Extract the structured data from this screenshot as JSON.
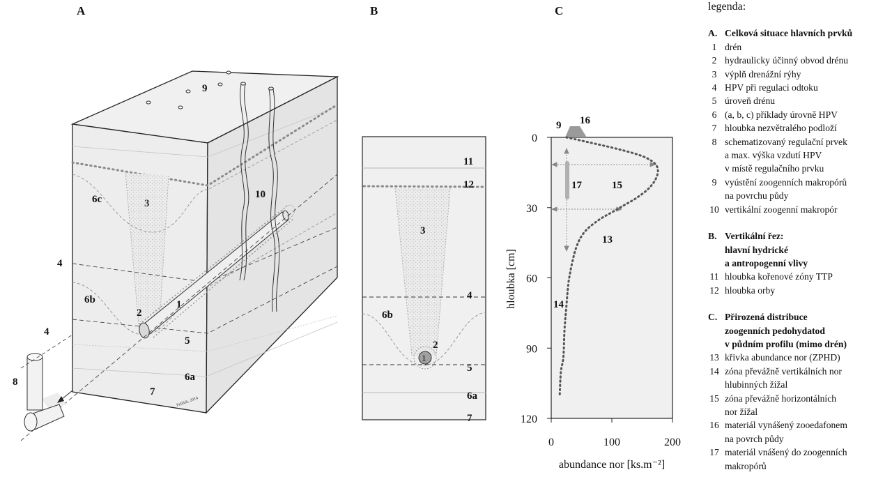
{
  "panels": {
    "a": {
      "letter": "A",
      "labels": {
        "l1": "1",
        "l2": "2",
        "l3": "3",
        "l4": "4",
        "l4b": "4",
        "l5": "5",
        "l6a": "6a",
        "l6b": "6b",
        "l6c": "6c",
        "l7": "7",
        "l8": "8",
        "l9": "9",
        "l10": "10"
      },
      "credit": "Pelíšek, 2014"
    },
    "b": {
      "letter": "B",
      "labels": {
        "l1": "1",
        "l2": "2",
        "l3": "3",
        "l4": "4",
        "l5": "5",
        "l6a": "6a",
        "l6b": "6b",
        "l7": "7",
        "l11": "11",
        "l12": "12"
      }
    },
    "c": {
      "letter": "C",
      "labels": {
        "l9": "9",
        "l13": "13",
        "l14": "14",
        "l15": "15",
        "l16": "16",
        "l17": "17"
      }
    }
  },
  "chart_data": {
    "type": "line",
    "xlabel": "abundance nor [ks.m⁻²]",
    "ylabel": "hloubka [cm]",
    "xlim": [
      0,
      200
    ],
    "ylim": [
      0,
      120
    ],
    "y_inverted": true,
    "xticks": [
      "0",
      "100",
      "200"
    ],
    "yticks": [
      "0",
      "30",
      "60",
      "90",
      "120"
    ],
    "series": [
      {
        "x": [
          25,
          60,
          110,
          150,
          170,
          176,
          172,
          160,
          140,
          120,
          100,
          80,
          60,
          48,
          40,
          35,
          31,
          28,
          25,
          22,
          20,
          16,
          14
        ],
        "y": [
          0,
          2,
          5,
          8,
          11,
          14,
          18,
          22,
          26,
          29,
          32,
          35,
          39,
          43,
          48,
          53,
          58,
          63,
          72,
          82,
          94,
          100,
          110
        ]
      }
    ]
  },
  "legend": {
    "title": "legenda:",
    "sections": [
      {
        "key": "A.",
        "head": [
          "Celková situace hlavních prvků"
        ],
        "items": [
          {
            "n": "1",
            "lines": [
              "drén"
            ]
          },
          {
            "n": "2",
            "lines": [
              "hydraulicky účinný obvod drénu"
            ]
          },
          {
            "n": "3",
            "lines": [
              "výplň drenážní rýhy"
            ]
          },
          {
            "n": "4",
            "lines": [
              "HPV při regulaci odtoku"
            ]
          },
          {
            "n": "5",
            "lines": [
              "úroveň drénu"
            ]
          },
          {
            "n": "6",
            "lines": [
              "(a, b, c) příklady úrovně HPV"
            ]
          },
          {
            "n": "7",
            "lines": [
              "hloubka nezvětralého podloží"
            ]
          },
          {
            "n": "8",
            "lines": [
              "schematizovaný regulační prvek",
              "a max. výška vzdutí HPV",
              "v místě regulačního prvku"
            ]
          },
          {
            "n": "9",
            "lines": [
              "vyústění zoogenních makropórů",
              "na povrchu půdy"
            ]
          },
          {
            "n": "10",
            "lines": [
              "vertikální zoogenní makropór"
            ]
          }
        ]
      },
      {
        "key": "B.",
        "head": [
          "Vertikální řez:",
          "hlavní hydrické",
          "a antropogenní vlivy"
        ],
        "items": [
          {
            "n": "11",
            "lines": [
              "hloubka kořenové zóny TTP"
            ]
          },
          {
            "n": "12",
            "lines": [
              "hloubka orby"
            ]
          }
        ]
      },
      {
        "key": "C.",
        "head": [
          "Přirozená distribuce",
          "zoogenních pedohydatod",
          "v půdním profilu (mimo drén)"
        ],
        "items": [
          {
            "n": "13",
            "lines": [
              "křivka abundance nor (ZPHD)"
            ]
          },
          {
            "n": "14",
            "lines": [
              "zóna převážně vertikálních nor",
              "hlubinných žížal"
            ]
          },
          {
            "n": "15",
            "lines": [
              "zóna převážně horizontálních",
              "nor žížal"
            ]
          },
          {
            "n": "16",
            "lines": [
              "materiál vynášený zooedafonem",
              "na povrch půdy"
            ]
          },
          {
            "n": "17",
            "lines": [
              "materiál vnášený do zoogenních",
              "makropórů"
            ]
          }
        ]
      }
    ]
  }
}
